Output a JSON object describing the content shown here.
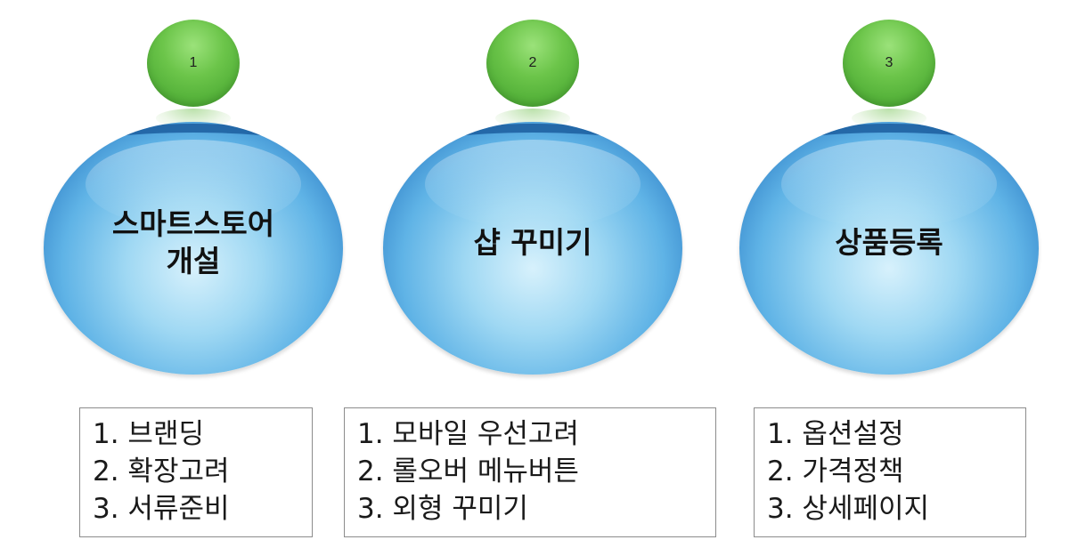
{
  "steps": [
    {
      "number": "1",
      "title": "스마트스토어\n개설",
      "items": [
        "1. 브랜딩",
        "2. 확장고려",
        "3. 서류준비"
      ]
    },
    {
      "number": "2",
      "title": "샵 꾸미기",
      "items": [
        "1. 모바일 우선고려",
        "2. 롤오버 메뉴버튼",
        "3. 외형 꾸미기"
      ]
    },
    {
      "number": "3",
      "title": "상품등록",
      "items": [
        "1. 옵션설정",
        "2. 가격정책",
        "3. 상세페이지"
      ]
    }
  ],
  "colors": {
    "badge": "#6cc54a",
    "oval_center": "#d7f1fc",
    "oval_edge": "#2166ae",
    "box_border": "#8c8c8c"
  }
}
